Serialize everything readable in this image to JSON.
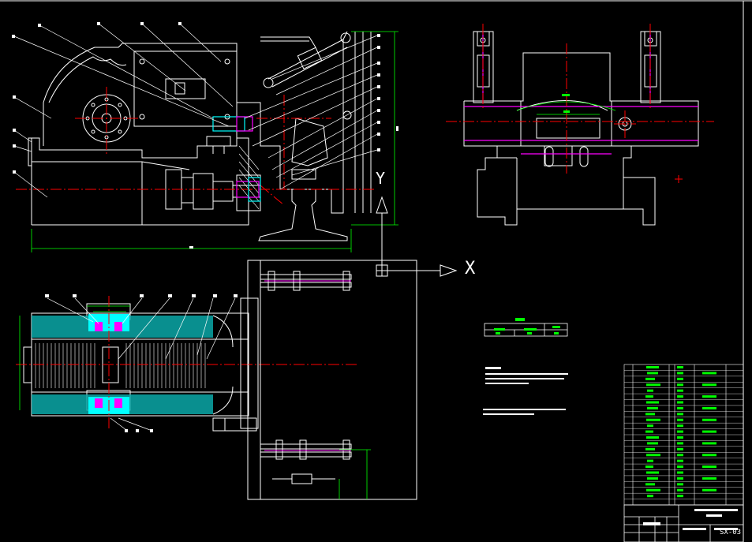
{
  "axes": {
    "x_label": "X",
    "y_label": "Y"
  },
  "title_block": {
    "scale_text": "SX-03"
  },
  "colors": {
    "background": "#000000",
    "line": "#ffffff",
    "center_line": "#ff0000",
    "highlight": "#ff00ff",
    "dimension": "#00ff00",
    "hidden": "#00ffff",
    "annotation": "#ffff00"
  }
}
